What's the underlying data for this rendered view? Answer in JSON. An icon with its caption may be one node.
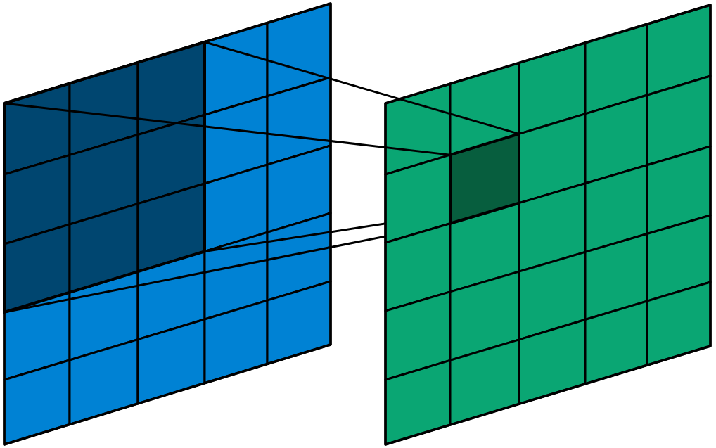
{
  "diagram": {
    "nodes": [
      {
        "text": [],
        "shape": "grid"
      },
      {
        "text": [],
        "shape": "box",
        "in": 0
      },
      {
        "text": [],
        "shape": "grid"
      },
      {
        "text": [],
        "shape": "box",
        "in": 2
      }
    ],
    "edges": [
      {
        "from": 1,
        "to": 3,
        "arrow": "none"
      },
      {
        "from": 1,
        "to": 3,
        "arrow": "none"
      },
      {
        "from": 1,
        "to": 3,
        "arrow": "none"
      },
      {
        "from": 1,
        "to": 3,
        "arrow": "none"
      }
    ]
  }
}
